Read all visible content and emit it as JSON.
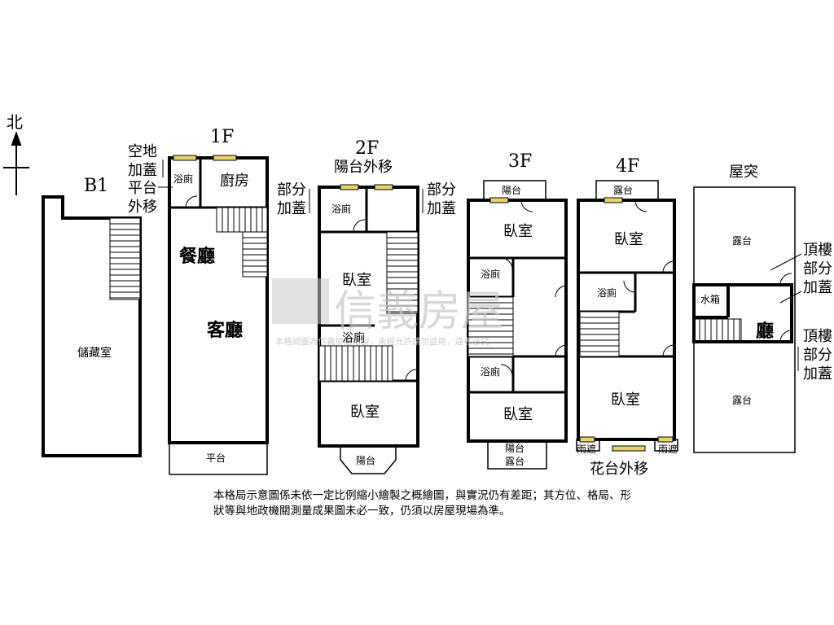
{
  "north": "北",
  "floors": {
    "b1": {
      "title": "B1",
      "rooms": {
        "storage": "儲藏室"
      }
    },
    "f1": {
      "title": "1F",
      "rooms": {
        "bath": "浴廁",
        "kitchen": "廚房",
        "dining": "餐廳",
        "living": "客廳",
        "platform": "平台"
      },
      "notes": {
        "vacant_cover": "空地\n加蓋",
        "platform_move": "平台\n外移"
      }
    },
    "f2": {
      "title": "2F",
      "rooms": {
        "bath1": "浴廁",
        "bedroom1": "臥室",
        "bath2": "浴廁",
        "bedroom2": "臥室",
        "balcony": "陽台"
      },
      "notes": {
        "balcony_move": "陽台外移",
        "partial_cover_left": "部分\n加蓋",
        "partial_cover_right": "部分\n加蓋"
      }
    },
    "f3": {
      "title": "3F",
      "rooms": {
        "balcony_top": "陽台",
        "bedroom1": "臥室",
        "bath1": "浴廁",
        "bath2": "浴廁",
        "bedroom2": "臥室",
        "balcony_bottom": "陽台",
        "terrace": "露台"
      }
    },
    "f4": {
      "title": "4F",
      "rooms": {
        "terrace_top": "露台",
        "bedroom1": "臥室",
        "bath": "浴廁",
        "bedroom2": "臥室",
        "canopy_left": "雨遮",
        "canopy_right": "雨遮"
      },
      "notes": {
        "flowerbed_move": "花台外移"
      }
    },
    "roof": {
      "title": "屋突",
      "rooms": {
        "terrace_top": "露台",
        "water_tank": "水箱",
        "hall": "廳",
        "terrace_bottom": "露台"
      },
      "notes": {
        "roof_cover_1": "頂樓\n部分\n加蓋",
        "roof_cover_2": "頂樓\n部分\n加蓋"
      }
    }
  },
  "watermark": {
    "brand": "信義房屋",
    "notice": "本格局圖為信義房屋繪製，未經允許請勿盜用，違者必究"
  },
  "disclaimer": "本格局示意圖係未依一定比例縮小繪製之概繪圖，與實況仍有差距；其方位、格局、形狀等與地政機關測量成果圖未必一致，仍須以房屋現場為準。",
  "colors": {
    "wall": "#000000",
    "window": "#e8d36a",
    "watermark": "#c8c8c8"
  }
}
